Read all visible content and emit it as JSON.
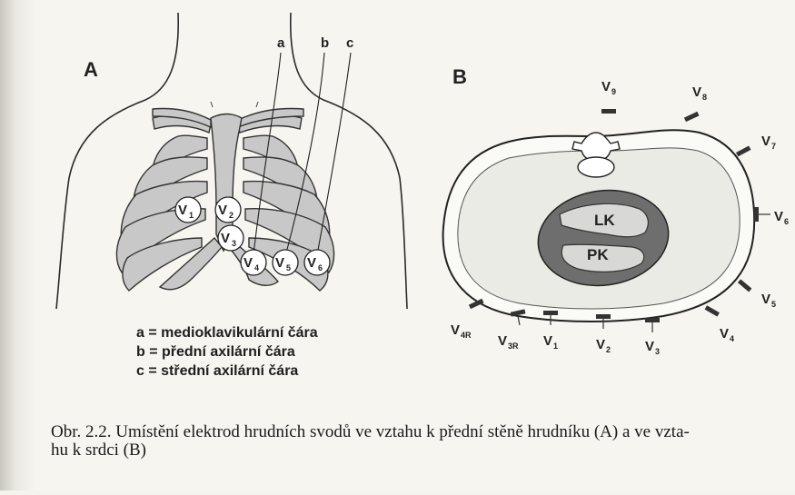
{
  "panel_a": {
    "label": "A",
    "line_letters": [
      "a",
      "b",
      "c"
    ],
    "electrodes": [
      {
        "main": "V",
        "sub": "1"
      },
      {
        "main": "V",
        "sub": "2"
      },
      {
        "main": "V",
        "sub": "3"
      },
      {
        "main": "V",
        "sub": "4"
      },
      {
        "main": "V",
        "sub": "5"
      },
      {
        "main": "V",
        "sub": "6"
      }
    ],
    "legend": [
      "a = medioklavikulární čára",
      "b = přední axilární čára",
      "c = střední axilární čára"
    ]
  },
  "panel_b": {
    "label": "B",
    "chambers": {
      "left": "LK",
      "right": "PK"
    },
    "leads": [
      {
        "main": "V",
        "sub": "9"
      },
      {
        "main": "V",
        "sub": "8"
      },
      {
        "main": "V",
        "sub": "7"
      },
      {
        "main": "V",
        "sub": "6"
      },
      {
        "main": "V",
        "sub": "5"
      },
      {
        "main": "V",
        "sub": "4"
      },
      {
        "main": "V",
        "sub": "3"
      },
      {
        "main": "V",
        "sub": "2"
      },
      {
        "main": "V",
        "sub": "1"
      },
      {
        "main": "V",
        "sub": "3R"
      },
      {
        "main": "V",
        "sub": "4R"
      }
    ]
  },
  "caption": {
    "line1": "Obr. 2.2. Umístění elektrod hrudních svodů ve vztahu k přední stěně hrudníku (A) a ve vzta-",
    "line2": "hu k srdci (B)"
  }
}
